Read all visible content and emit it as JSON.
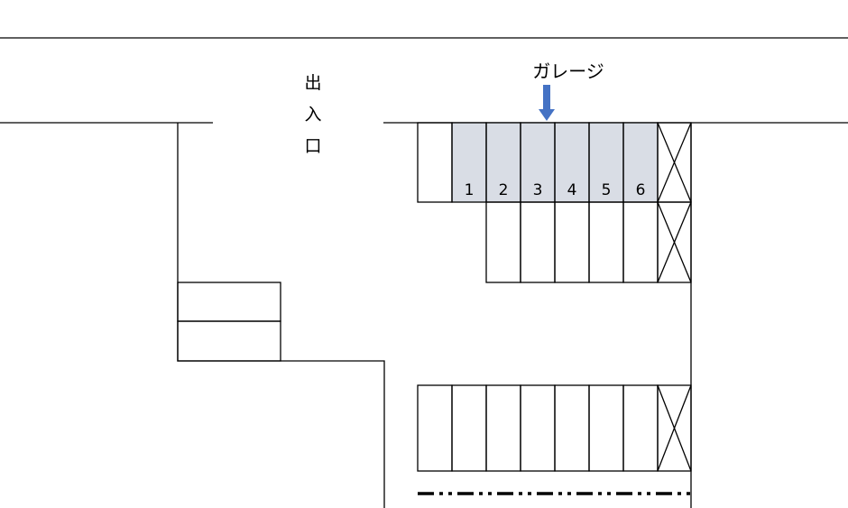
{
  "entrance_label": [
    "出",
    "入",
    "口"
  ],
  "garage_label": "ガレージ",
  "space_numbers": [
    "1",
    "2",
    "3",
    "4",
    "5",
    "6"
  ],
  "colors": {
    "garage_fill": "#d9dde5",
    "arrow": "#4472c4",
    "line": "#000000"
  },
  "icons": {
    "arrow": "down-arrow-icon",
    "unavailable": "x-cross-icon"
  }
}
